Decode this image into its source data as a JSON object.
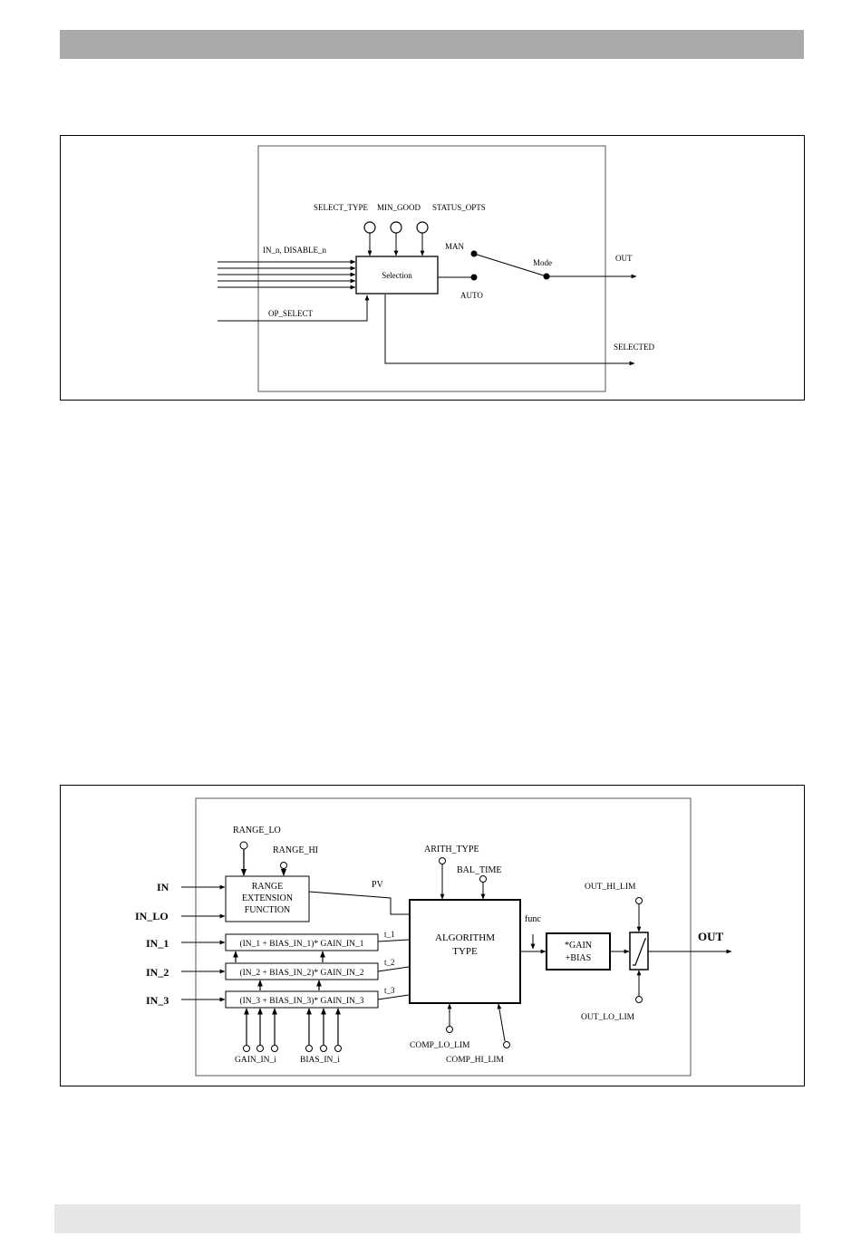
{
  "diagram1": {
    "labels": {
      "select_type": "SELECT_TYPE",
      "min_good": "MIN_GOOD",
      "status_opts": "STATUS_OPTS",
      "in_disable": "IN_n, DISABLE_n",
      "selection": "Selection",
      "man": "MAN",
      "auto": "AUTO",
      "mode": "Mode",
      "out": "OUT",
      "op_select": "OP_SELECT",
      "selected": "SELECTED"
    }
  },
  "diagram2": {
    "labels": {
      "range_lo": "RANGE_LO",
      "range_hi": "RANGE_HI",
      "in": "IN",
      "in_lo": "IN_LO",
      "in_1": "IN_1",
      "in_2": "IN_2",
      "in_3": "IN_3",
      "range_ext_line1": "RANGE",
      "range_ext_line2": "EXTENSION",
      "range_ext_line3": "FUNCTION",
      "pv": "PV",
      "formula_1": "(IN_1 + BIAS_IN_1)* GAIN_IN_1",
      "formula_2": "(IN_2 + BIAS_IN_2)* GAIN_IN_2",
      "formula_3": "(IN_3 + BIAS_IN_3)* GAIN_IN_3",
      "t_1": "t_1",
      "t_2": "t_2",
      "t_3": "t_3",
      "arith_type": "ARITH_TYPE",
      "bal_time": "BAL_TIME",
      "algorithm_line1": "ALGORITHM",
      "algorithm_line2": "TYPE",
      "func": "func",
      "gain_line1": "*GAIN",
      "gain_line2": "+BIAS",
      "out_hi_lim": "OUT_HI_LIM",
      "out_lo_lim": "OUT_LO_LIM",
      "out": "OUT",
      "gain_in_i": "GAIN_IN_i",
      "bias_in_i": "BIAS_IN_i",
      "comp_lo_lim": "COMP_LO_LIM",
      "comp_hi_lim": "COMP_HI_LIM"
    }
  }
}
